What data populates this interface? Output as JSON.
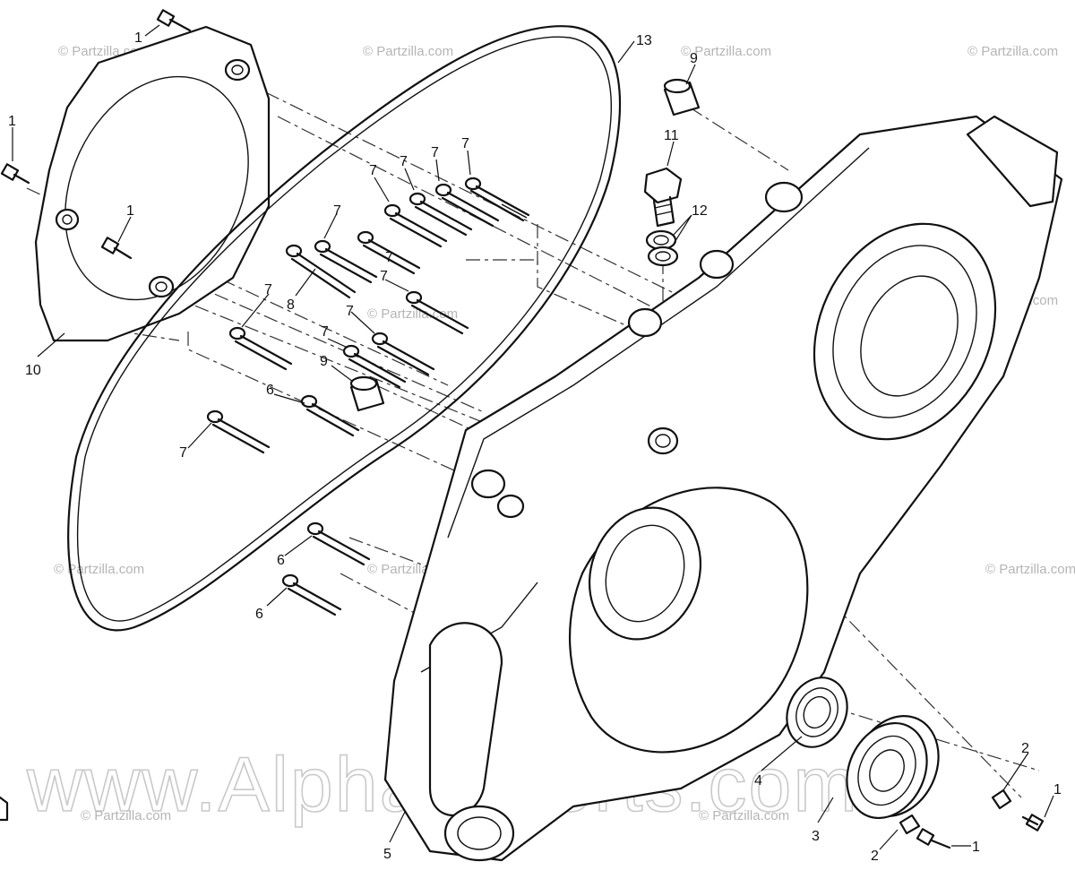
{
  "watermarks": {
    "site": "www.Alpha-Sports.com",
    "copyright": "© Partzilla.com"
  },
  "callouts": [
    {
      "id": "c1a",
      "label": "1"
    },
    {
      "id": "c1b",
      "label": "1"
    },
    {
      "id": "c1c",
      "label": "1"
    },
    {
      "id": "c1d",
      "label": "1"
    },
    {
      "id": "c1e",
      "label": "1"
    },
    {
      "id": "c2a",
      "label": "2"
    },
    {
      "id": "c2b",
      "label": "2"
    },
    {
      "id": "c3",
      "label": "3"
    },
    {
      "id": "c4",
      "label": "4"
    },
    {
      "id": "c5",
      "label": "5"
    },
    {
      "id": "c6a",
      "label": "6"
    },
    {
      "id": "c6b",
      "label": "6"
    },
    {
      "id": "c6c",
      "label": "6"
    },
    {
      "id": "c7a",
      "label": "7"
    },
    {
      "id": "c7b",
      "label": "7"
    },
    {
      "id": "c7c",
      "label": "7"
    },
    {
      "id": "c7d",
      "label": "7"
    },
    {
      "id": "c7e",
      "label": "7"
    },
    {
      "id": "c7f",
      "label": "7"
    },
    {
      "id": "c7g",
      "label": "7"
    },
    {
      "id": "c7h",
      "label": "7"
    },
    {
      "id": "c7i",
      "label": "7"
    },
    {
      "id": "c7j",
      "label": "7"
    },
    {
      "id": "c7k",
      "label": "7"
    },
    {
      "id": "c8",
      "label": "8"
    },
    {
      "id": "c9a",
      "label": "9"
    },
    {
      "id": "c9b",
      "label": "9"
    },
    {
      "id": "c10",
      "label": "10"
    },
    {
      "id": "c11",
      "label": "11"
    },
    {
      "id": "c12",
      "label": "12"
    },
    {
      "id": "c13",
      "label": "13"
    }
  ]
}
